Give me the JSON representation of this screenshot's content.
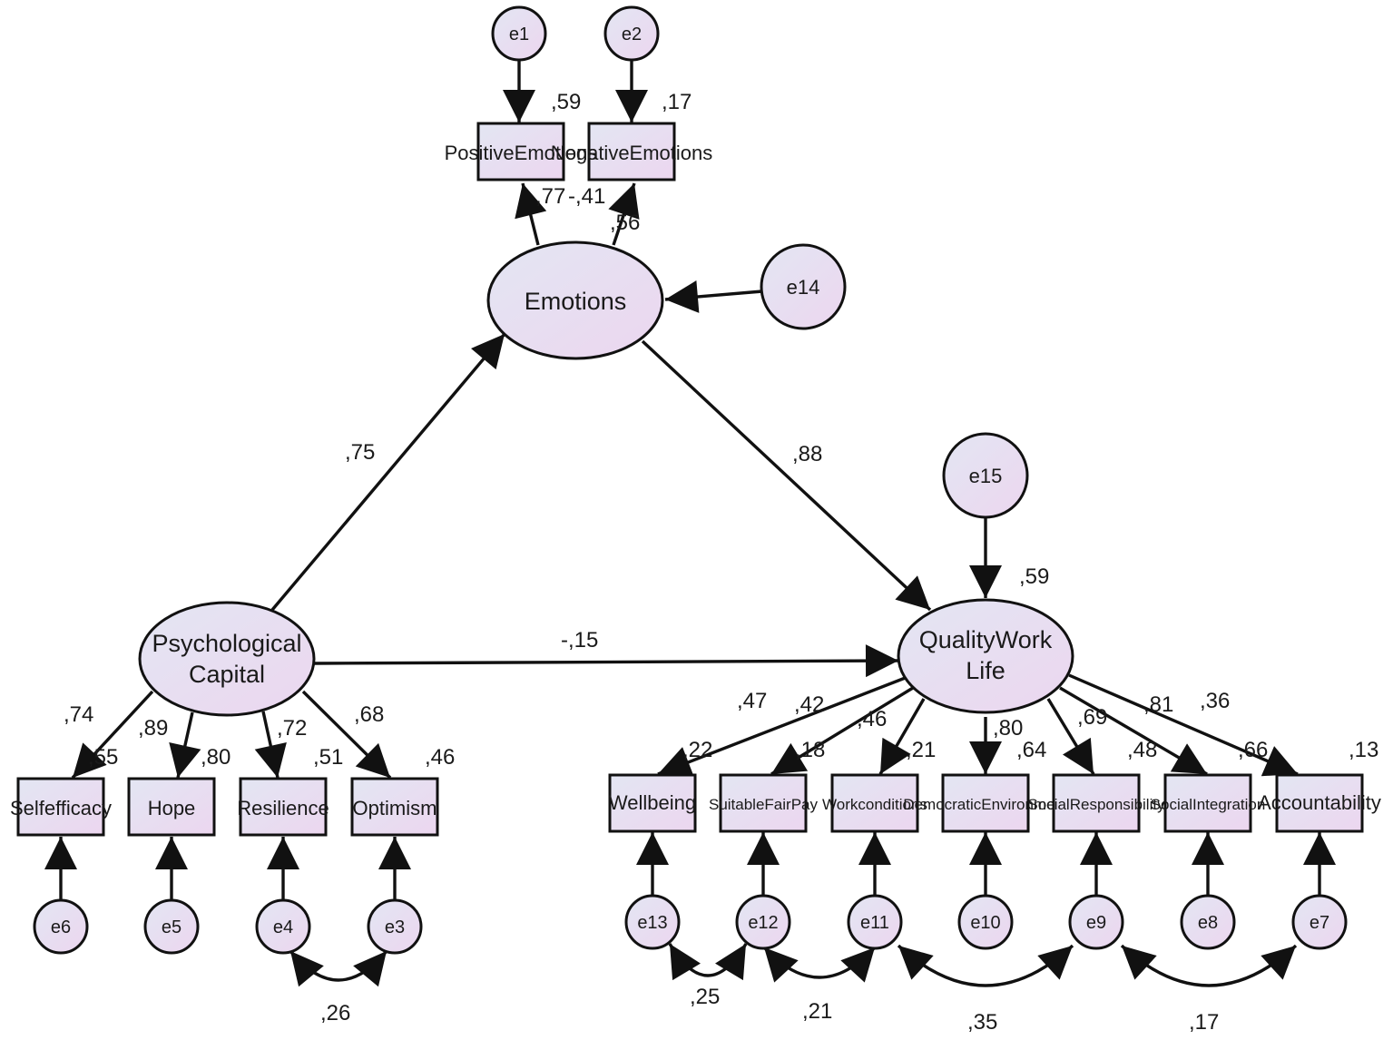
{
  "latents": {
    "emotions": "Emotions",
    "psycap_line1": "Psychological",
    "psycap_line2": "Capital",
    "qwl_line1": "QualityWork",
    "qwl_line2": "Life"
  },
  "observed": {
    "positive_emotions": "PositiveEmotions",
    "negative_emotions": "NegativeEmotions",
    "selfefficacy": "Selfefficacy",
    "hope": "Hope",
    "resilience": "Resilience",
    "optimism": "Optimism",
    "wellbeing": "Wellbeing",
    "suitable_fair_pay": "SuitableFairPay",
    "work_conditions": "Workconditions",
    "democratic_env": "DemocraticEnvironment",
    "social_responsibility": "SocialResponsibility",
    "social_integration": "SocialIntegration",
    "accountability": "Accountability"
  },
  "errors": {
    "e1": "e1",
    "e2": "e2",
    "e3": "e3",
    "e4": "e4",
    "e5": "e5",
    "e6": "e6",
    "e7": "e7",
    "e8": "e8",
    "e9": "e9",
    "e10": "e10",
    "e11": "e11",
    "e12": "e12",
    "e13": "e13",
    "e14": "e14",
    "e15": "e15"
  },
  "coefficients": {
    "r2_positive_emotions": ",59",
    "r2_negative_emotions": ",17",
    "loading_positive_emotions": ",77",
    "loading_negative_emotions": "-,41",
    "r2_emotions": ",56",
    "psycap_emotions": ",75",
    "emotions_qwl": ",88",
    "r2_qwl": ",59",
    "psycap_qwl": "-,15",
    "loading_selfefficacy": ",74",
    "loading_hope": ",89",
    "loading_resilience": ",72",
    "loading_optimism": ",68",
    "r2_selfefficacy": ",55",
    "r2_hope": ",80",
    "r2_resilience": ",51",
    "r2_optimism": ",46",
    "loading_wellbeing": ",47",
    "loading_suitable_fair_pay": ",42",
    "loading_work_conditions": ",46",
    "loading_democratic_env": ",80",
    "loading_social_responsibility": ",69",
    "loading_social_integration": ",81",
    "loading_accountability": ",36",
    "r2_wellbeing": ",22",
    "r2_suitable_fair_pay": ",18",
    "r2_work_conditions": ",21",
    "r2_democratic_env": ",64",
    "r2_social_responsibility": ",48",
    "r2_social_integration": ",66",
    "r2_accountability": ",13",
    "cov_e4_e3": ",26",
    "cov_e13_e12": ",25",
    "cov_e12_e11": ",21",
    "cov_e11_e9": ",35",
    "cov_e9_e7": ",17"
  },
  "colors": {
    "node_fill_start": "#e3e6f3",
    "node_fill_end": "#ecd6ef",
    "stroke": "#111111"
  }
}
